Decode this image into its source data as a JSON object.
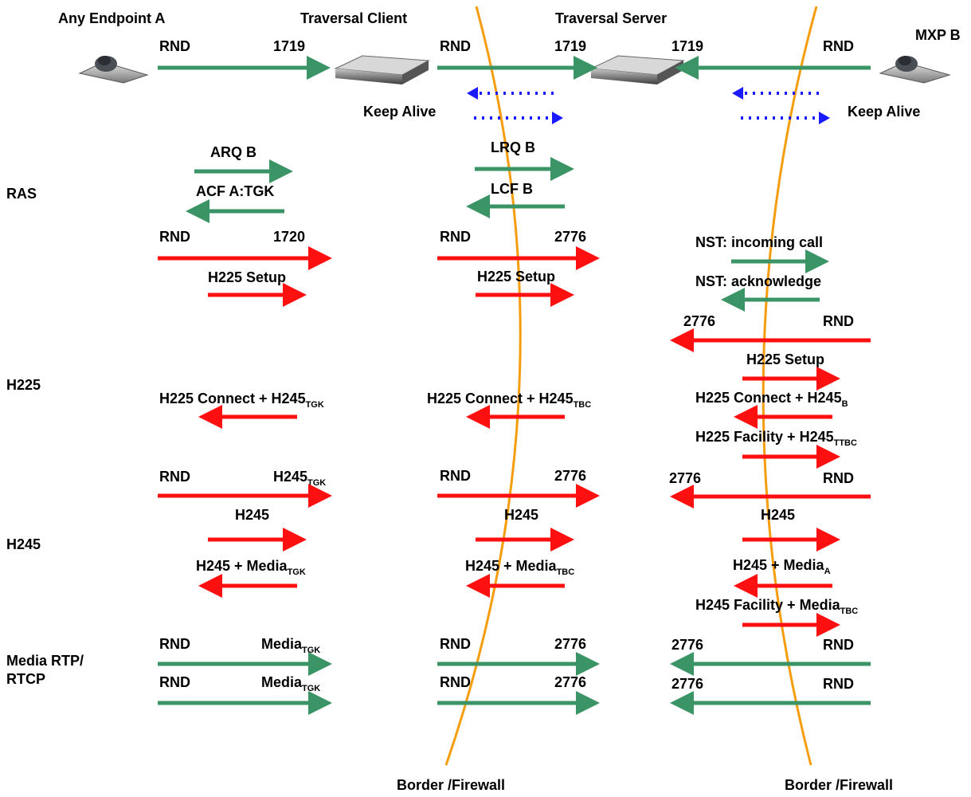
{
  "colors": {
    "green": "#3a9466",
    "red": "#ff1010",
    "blue": "#1a1aff",
    "firewall": "#f59d0e"
  },
  "nodes": {
    "endpoint_a": "Any Endpoint A",
    "traversal_client": "Traversal Client",
    "traversal_server": "Traversal Server",
    "mxp_b": "MXP B"
  },
  "firewall_label": "Border /Firewall",
  "keep_alive": "Keep Alive",
  "sections": {
    "ras": "RAS",
    "h225": "H225",
    "h245": "H245",
    "media_line1": "Media RTP/",
    "media_line2": "RTCP"
  },
  "ports": {
    "rnd": "RND",
    "p1719": "1719",
    "p1720": "1720",
    "p2776": "2776"
  },
  "messages": {
    "arq": "ARQ B",
    "acf": "ACF A:TGK",
    "lrq": "LRQ B",
    "lcf": "LCF B",
    "h225_setup": "H225 Setup",
    "nst_incoming": "NST: incoming call",
    "nst_ack": "NST: acknowledge",
    "h225_connect_prefix": "H225 Connect + H245",
    "h225_facility_prefix": "H225 Facility + H245",
    "h245": "H245",
    "h245_media_prefix": "H245 + Media",
    "h245_facility_media_prefix": "H245 Facility + Media",
    "media": "Media"
  },
  "subscripts": {
    "tgk": "TGK",
    "tbc": "TBC",
    "b": "B",
    "ttbc": "TTBC",
    "a": "A"
  }
}
